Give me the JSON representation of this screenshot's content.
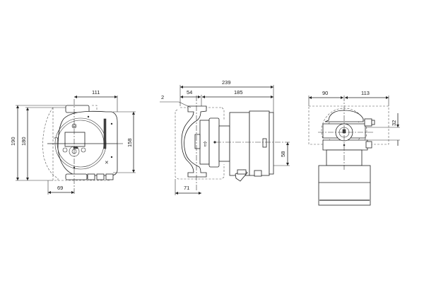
{
  "drawing": {
    "title": "Circulator pump dimensional drawing",
    "units": "mm",
    "views": {
      "front": {
        "dimensions": {
          "top_width": "111",
          "bottom_offset": "69",
          "overall_height": "190",
          "flange_height": "180",
          "right_height": "158"
        }
      },
      "side": {
        "dimensions": {
          "overall_length": "239",
          "port_to_axis": "54",
          "motor_length": "185",
          "bottom_offset": "71",
          "axis_height": "58"
        },
        "callout": "2"
      },
      "end": {
        "dimensions": {
          "left_width": "90",
          "right_width": "113",
          "offset_height": "32"
        }
      }
    }
  }
}
